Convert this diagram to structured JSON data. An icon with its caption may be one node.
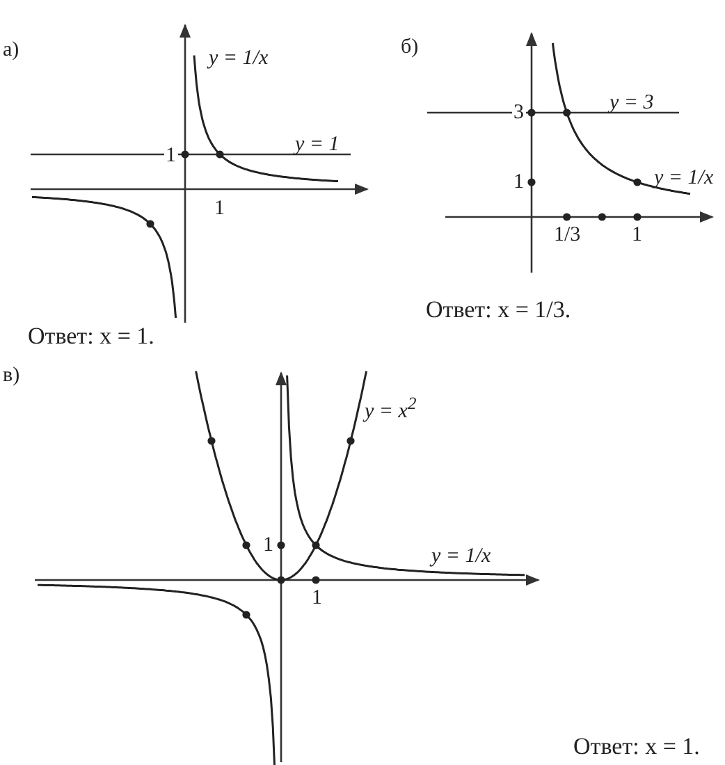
{
  "diagram": {
    "labels": [
      "а)",
      "y = 1/x",
      "y = 1",
      "1",
      "1",
      "Ответ: x = 1.",
      "б)",
      "3",
      "y = 3",
      "1",
      "y = 1/x",
      "1/3",
      "1",
      "Ответ: x = 1/3.",
      "в)",
      "y = x$^{2}$",
      "1",
      "y = 1/x",
      "1",
      "Ответ: x = 1."
    ]
  }
}
